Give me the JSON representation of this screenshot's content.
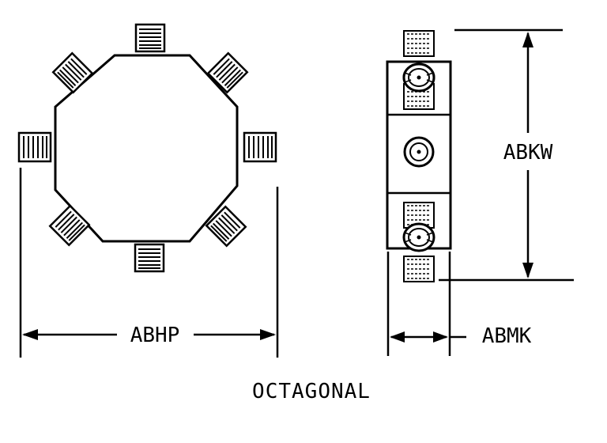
{
  "drawing": {
    "width_label": "ABHP",
    "height_label": "ABKW",
    "depth_label": "ABMK",
    "caption": "OCTAGONAL"
  },
  "colors": {
    "ink": "#000000",
    "paper": "#ffffff"
  }
}
